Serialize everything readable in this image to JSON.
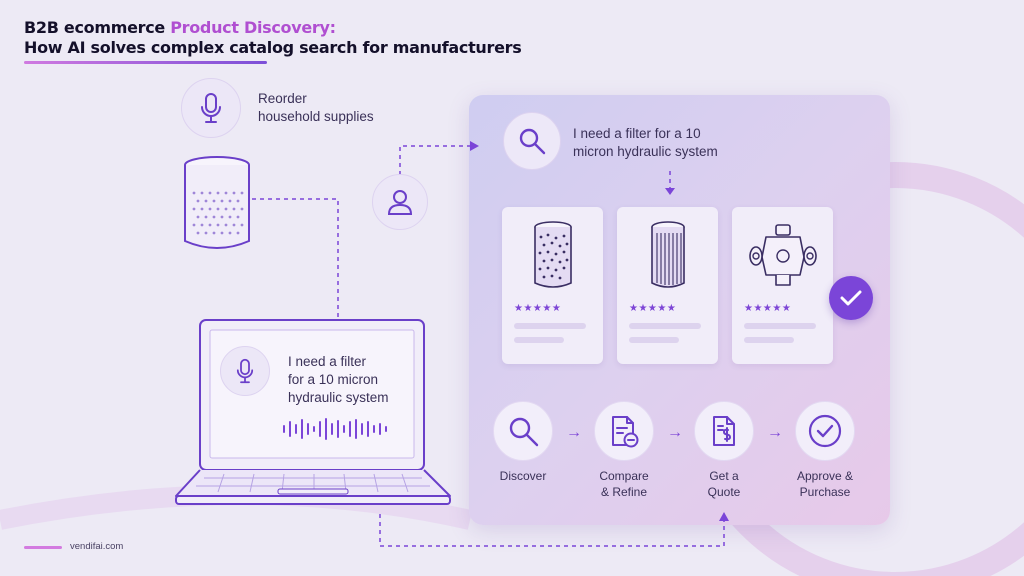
{
  "header": {
    "title_prefix": "B2B ecommerce ",
    "title_highlight": "Product Discovery:",
    "subtitle": "How AI solves complex catalog search for manufacturers"
  },
  "voice_assistant": {
    "line1": "Reorder",
    "line2": "household supplies"
  },
  "search_query": {
    "line1": "I need a filter for a 10",
    "line2": "micron hydraulic system"
  },
  "laptop_query": {
    "line1": "I need a filter",
    "line2": "for a 10 micron",
    "line3": "hydraulic system"
  },
  "products": [
    {
      "stars": "★★★★★"
    },
    {
      "stars": "★★★★★"
    },
    {
      "stars": "★★★★★"
    }
  ],
  "steps": [
    {
      "label_line1": "Discover",
      "label_line2": ""
    },
    {
      "label_line1": "Compare",
      "label_line2": "& Refine"
    },
    {
      "label_line1": "Get a",
      "label_line2": "Quote"
    },
    {
      "label_line1": "Approve &",
      "label_line2": "Purchase"
    }
  ],
  "arrow_glyph": "→",
  "footer": {
    "site": "vendifai.com"
  },
  "colors": {
    "accent": "#7b45d8",
    "highlight": "#b04fd1",
    "background": "#edeaf5",
    "icon_stroke": "#6a3fc9"
  }
}
